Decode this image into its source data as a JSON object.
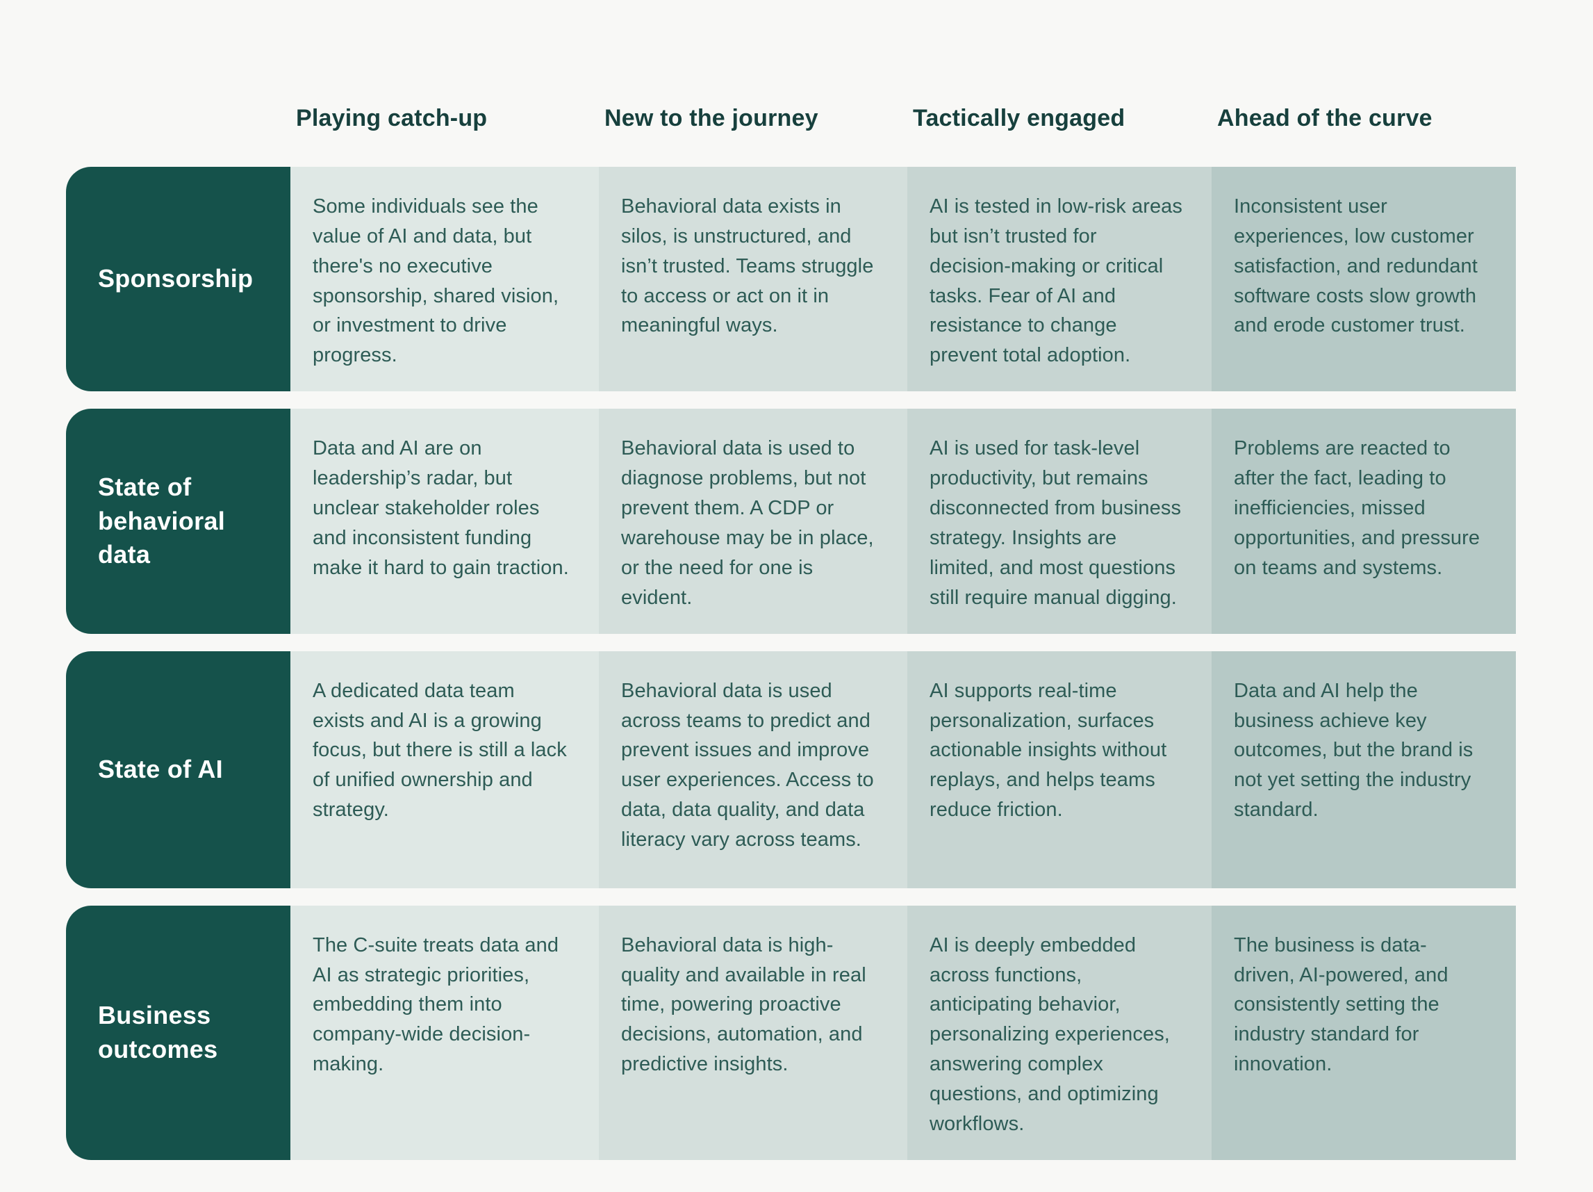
{
  "colors": {
    "page-bg": "#f8f8f6",
    "row-header-bg": "#15524b",
    "row-header-text": "#ffffff",
    "column-header-text": "#17403d",
    "body-text": "#2d5b55"
  },
  "columns": [
    {
      "label": "Playing catch-up",
      "bg": "#dfe8e5"
    },
    {
      "label": "New to the journey",
      "bg": "#d4dfdc"
    },
    {
      "label": "Tactically engaged",
      "bg": "#c7d5d2"
    },
    {
      "label": "Ahead of the curve",
      "bg": "#b6c9c6"
    }
  ],
  "rows": [
    {
      "label": "Sponsorship",
      "cells": [
        "Some individuals see the value of AI and data, but there's no executive sponsorship, shared vision, or investment to drive progress.",
        "Behavioral data exists in silos, is unstructured, and isn’t trusted. Teams struggle to access or act on it in meaningful ways.",
        "AI is tested in low-risk areas but isn’t trusted for decision-making or critical tasks. Fear of AI and resistance to change prevent total adoption.",
        "Inconsistent user experiences, low customer satisfaction, and redundant software costs slow growth and erode customer trust."
      ]
    },
    {
      "label": "State of behavioral data",
      "cells": [
        "Data and AI are on leadership’s radar, but unclear stakeholder roles and inconsistent funding make it hard to gain traction.",
        "Behavioral data is used to diagnose problems, but not prevent them. A CDP or warehouse may be in place, or the need for one is evident.",
        "AI is used for task-level productivity, but remains disconnected from business strategy. Insights are limited, and most questions still require manual digging.",
        "Problems are reacted to after the fact, leading to inefficiencies, missed opportunities, and pressure on teams and systems."
      ]
    },
    {
      "label": "State of AI",
      "cells": [
        "A dedicated data team exists and AI is a growing focus, but there is still a lack of unified ownership and strategy.",
        "Behavioral data is used across teams to predict and prevent issues and improve user experiences. Access to data, data quality, and data literacy vary across teams.",
        "AI supports real-time personalization, surfaces actionable insights without replays, and helps teams reduce friction.",
        "Data and AI help the business achieve key outcomes, but the brand is not yet setting the industry standard."
      ]
    },
    {
      "label": "Business outcomes",
      "cells": [
        "The C-suite treats data and AI as strategic priorities, embedding them into company-wide decision-making.",
        "Behavioral data is high-quality and available in real time, powering proactive decisions, automation, and predictive insights.",
        "AI is deeply embedded across functions, anticipating behavior, personalizing experiences, answering complex questions, and optimizing workflows.",
        "The business is data-driven, AI-powered, and consistently setting the industry standard for innovation."
      ]
    }
  ]
}
